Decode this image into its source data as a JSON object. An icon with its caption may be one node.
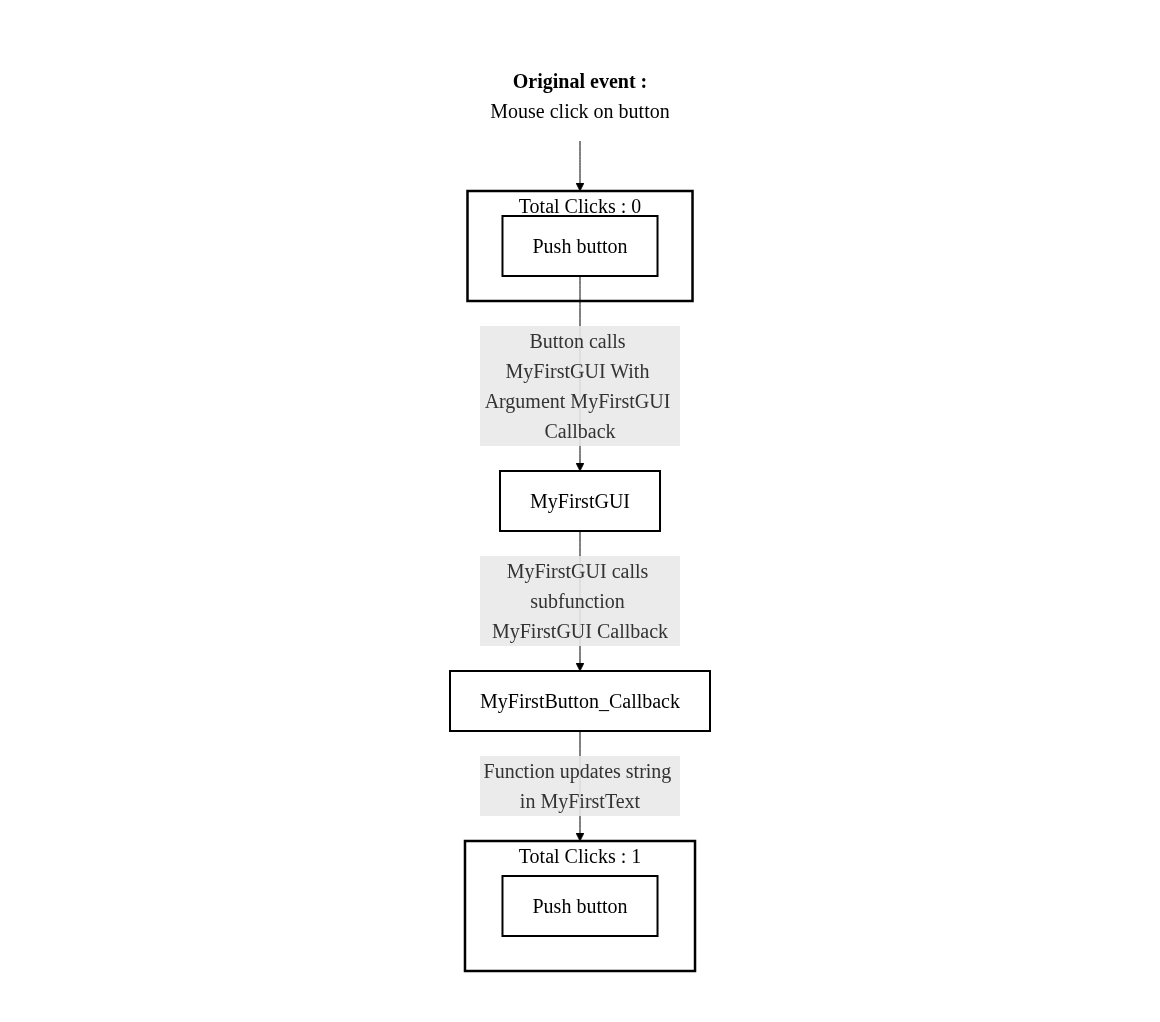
{
  "diagram": {
    "nodes": [
      {
        "text": [
          "Original event :",
          "Mouse click on button"
        ]
      },
      {
        "text": [
          "Total Clicks : 0"
        ]
      },
      {
        "text": [
          "Push button"
        ],
        "in": 1
      },
      {
        "text": [
          "MyFirstGUI"
        ]
      },
      {
        "text": [
          "MyFirstButton_Callback"
        ]
      },
      {
        "text": [
          "Total Clicks : 1"
        ]
      },
      {
        "text": [
          "Push button"
        ],
        "in": 5
      }
    ],
    "edges": [
      {
        "from": 0,
        "to": 1,
        "arrow": "to"
      },
      {
        "from": 2,
        "to": 3,
        "arrow": "to",
        "label": "Button calls MyFirstGUI With Argument MyFirstGUI Callback"
      },
      {
        "from": 3,
        "to": 4,
        "arrow": "to",
        "label": "MyFirstGUI calls subfunction MyFirstGUI Callback"
      },
      {
        "from": 4,
        "to": 5,
        "arrow": "to",
        "label": "Function updates string in MyFirstText"
      }
    ]
  }
}
